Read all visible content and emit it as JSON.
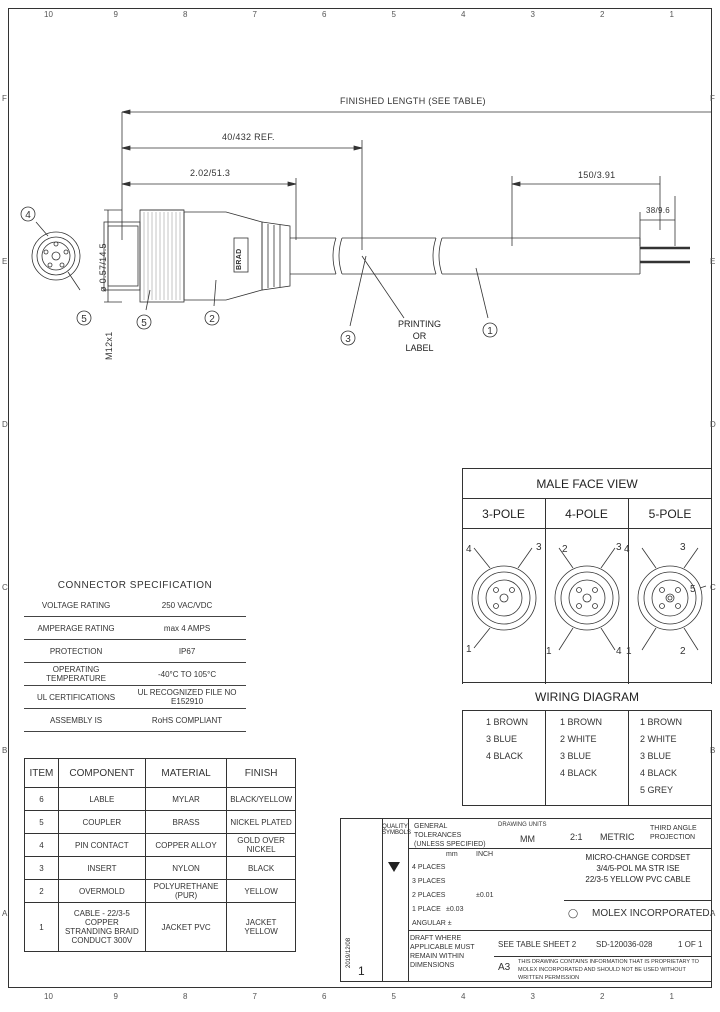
{
  "zones": {
    "columns": [
      "10",
      "9",
      "8",
      "7",
      "6",
      "5",
      "4",
      "3",
      "2",
      "1"
    ],
    "rows": [
      "F",
      "E",
      "D",
      "C",
      "B",
      "A"
    ]
  },
  "dimensions": {
    "finished_length": "FINISHED LENGTH (SEE TABLE)",
    "ref_length": "40/432 REF.",
    "length_2": "2.02/51.3",
    "length_3": "150/3.91",
    "length_4": "38/9.6",
    "diameter": "ø 0.57/14.5",
    "thread": "M12x1",
    "printing_label": [
      "PRINTING",
      "OR",
      "LABEL"
    ],
    "logo_text": "BRAD"
  },
  "balloons": [
    "4",
    "5",
    "2",
    "3",
    "1"
  ],
  "face_view": {
    "title": "MALE FACE VIEW",
    "poles": [
      "3-POLE",
      "4-POLE",
      "5-POLE"
    ],
    "pins_3pole": [
      "4",
      "3",
      "1"
    ],
    "pins_4pole": [
      "2",
      "3",
      "1",
      "4"
    ],
    "pins_5pole": [
      "4",
      "3",
      "5",
      "1",
      "2"
    ]
  },
  "wiring": {
    "title": "WIRING DIAGRAM",
    "col1": [
      "1 BROWN",
      "3 BLUE",
      "4 BLACK"
    ],
    "col2": [
      "1 BROWN",
      "2 WHITE",
      "3 BLUE",
      "4 BLACK"
    ],
    "col3": [
      "1 BROWN",
      "2 WHITE",
      "3 BLUE",
      "4 BLACK",
      "5 GREY"
    ]
  },
  "connector_spec": {
    "title": "CONNECTOR SPECIFICATION",
    "rows": [
      [
        "VOLTAGE RATING",
        "250 VAC/VDC"
      ],
      [
        "AMPERAGE RATING",
        "max 4 AMPS"
      ],
      [
        "PROTECTION",
        "IP67"
      ],
      [
        "OPERATING TEMPERATURE",
        "-40°C TO 105°C"
      ],
      [
        "UL CERTIFICATIONS",
        "UL RECOGNIZED FILE NO E152910"
      ],
      [
        "ASSEMBLY IS",
        "RoHS COMPLIANT"
      ]
    ]
  },
  "bom": {
    "headers": [
      "ITEM",
      "COMPONENT",
      "MATERIAL",
      "FINISH"
    ],
    "rows": [
      [
        "6",
        "LABLE",
        "MYLAR",
        "BLACK/YELLOW"
      ],
      [
        "5",
        "COUPLER",
        "BRASS",
        "NICKEL PLATED"
      ],
      [
        "4",
        "PIN CONTACT",
        "COPPER ALLOY",
        "GOLD OVER NICKEL"
      ],
      [
        "3",
        "INSERT",
        "NYLON",
        "BLACK"
      ],
      [
        "2",
        "OVERMOLD",
        "POLYURETHANE (PUR)",
        "YELLOW"
      ],
      [
        "1",
        "CABLE - 22/3-5 COPPER STRANDING BRAID CONDUCT 300V",
        "JACKET PVC",
        "JACKET YELLOW"
      ]
    ]
  },
  "title_block": {
    "quality": "QUALITY SYMBOLS",
    "general_tol": "GENERAL TOLERANCES (UNLESS SPECIFIED)",
    "drawing_units_label": "DRAWING UNITS",
    "drawing_units": "MM",
    "scale": "2:1",
    "metric": "METRIC",
    "projection": "THIRD ANGLE PROJECTION",
    "places_4": "4 PLACES",
    "places_3": "3 PLACES",
    "places_2": "2 PLACES",
    "places_1": "1 PLACE",
    "tol_1": "±0.03",
    "tol_2": "±0.01",
    "angular": "ANGULAR ±",
    "mm": "mm",
    "inch": "INCH",
    "product_title": [
      "MICRO-CHANGE CORDSET",
      "3/4/5-POL MA STR ISE",
      "22/3-5 YELLOW PVC CABLE"
    ],
    "company": "MOLEX INCORPORATED",
    "draft_note": "DRAFT WHERE APPLICABLE MUST REMAIN WITHIN DIMENSIONS",
    "see_table": "SEE TABLE SHEET 2",
    "doc_number": "SD-120036-028",
    "sheet": "1 OF 1",
    "size": "A3",
    "revision": "1",
    "proprietary": "THIS DRAWING CONTAINS INFORMATION THAT IS PROPRIETARY TO MOLEX INCORPORATED AND SHOULD NOT BE USED WITHOUT WRITTEN PERMISSION",
    "date": "2019/12/08"
  }
}
